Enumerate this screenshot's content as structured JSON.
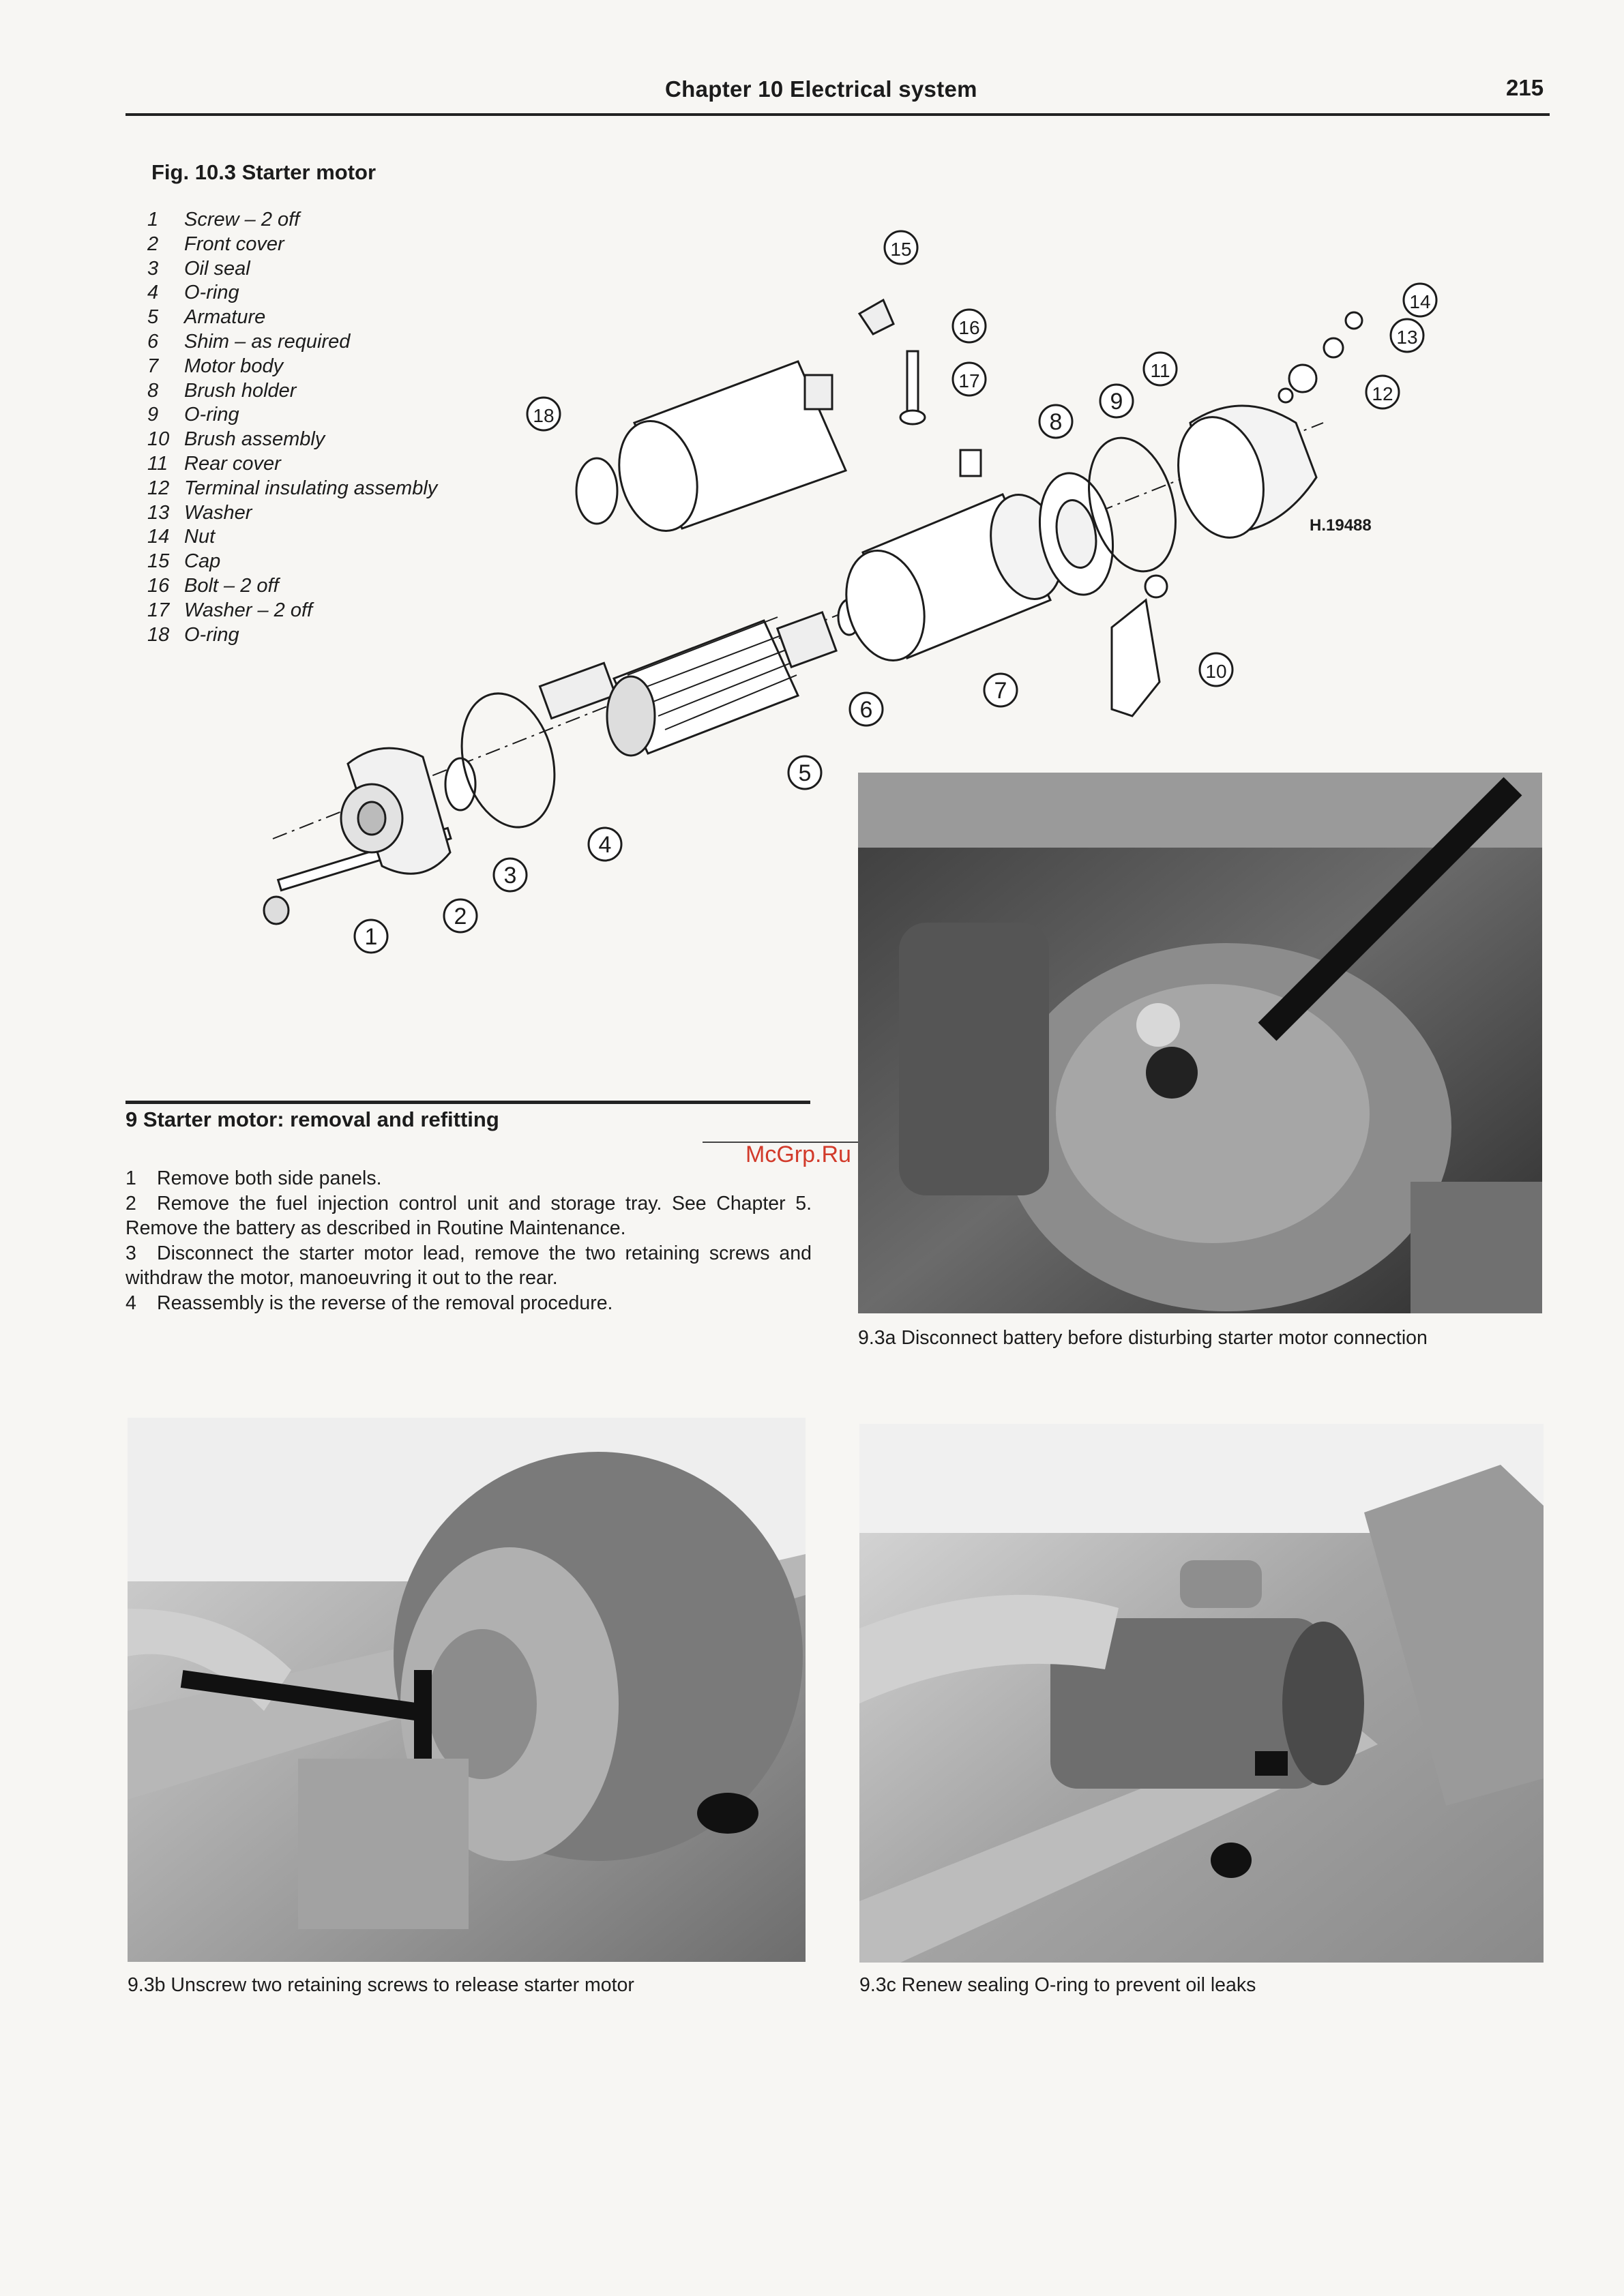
{
  "header": {
    "title": "Chapter 10 Electrical system",
    "page_number": "215"
  },
  "figure": {
    "title": "Fig. 10.3 Starter motor",
    "legend": [
      {
        "num": "1",
        "label": "Screw – 2 off"
      },
      {
        "num": "2",
        "label": "Front cover"
      },
      {
        "num": "3",
        "label": "Oil seal"
      },
      {
        "num": "4",
        "label": "O-ring"
      },
      {
        "num": "5",
        "label": "Armature"
      },
      {
        "num": "6",
        "label": "Shim – as required"
      },
      {
        "num": "7",
        "label": "Motor body"
      },
      {
        "num": "8",
        "label": "Brush holder"
      },
      {
        "num": "9",
        "label": "O-ring"
      },
      {
        "num": "10",
        "label": "Brush assembly"
      },
      {
        "num": "11",
        "label": "Rear cover"
      },
      {
        "num": "12",
        "label": "Terminal insulating assembly"
      },
      {
        "num": "13",
        "label": "Washer"
      },
      {
        "num": "14",
        "label": "Nut"
      },
      {
        "num": "15",
        "label": "Cap"
      },
      {
        "num": "16",
        "label": "Bolt – 2 off"
      },
      {
        "num": "17",
        "label": "Washer – 2 off"
      },
      {
        "num": "18",
        "label": "O-ring"
      }
    ],
    "drawing_ref": "H.19488",
    "callouts": [
      "1",
      "2",
      "3",
      "4",
      "5",
      "6",
      "7",
      "8",
      "9",
      "10",
      "11",
      "12",
      "13",
      "14",
      "15",
      "16",
      "17",
      "18"
    ]
  },
  "section": {
    "title": "9  Starter motor: removal and refitting",
    "steps": [
      {
        "num": "1",
        "text": "Remove both side panels."
      },
      {
        "num": "2",
        "text": "Remove the fuel injection control unit and storage tray. See Chapter 5. Remove the battery as described in Routine Maintenance."
      },
      {
        "num": "3",
        "text": "Disconnect the starter motor lead, remove the two retaining screws and withdraw the motor, manoeuvring it out to the rear."
      },
      {
        "num": "4",
        "text": "Reassembly is the reverse of the removal procedure."
      }
    ]
  },
  "watermark": "McGrp.Ru",
  "photos": [
    {
      "caption": "9.3a Disconnect battery before disturbing starter motor connection"
    },
    {
      "caption": "9.3b Unscrew two retaining screws to release starter motor"
    },
    {
      "caption": "9.3c Renew sealing O-ring to prevent oil leaks"
    }
  ]
}
